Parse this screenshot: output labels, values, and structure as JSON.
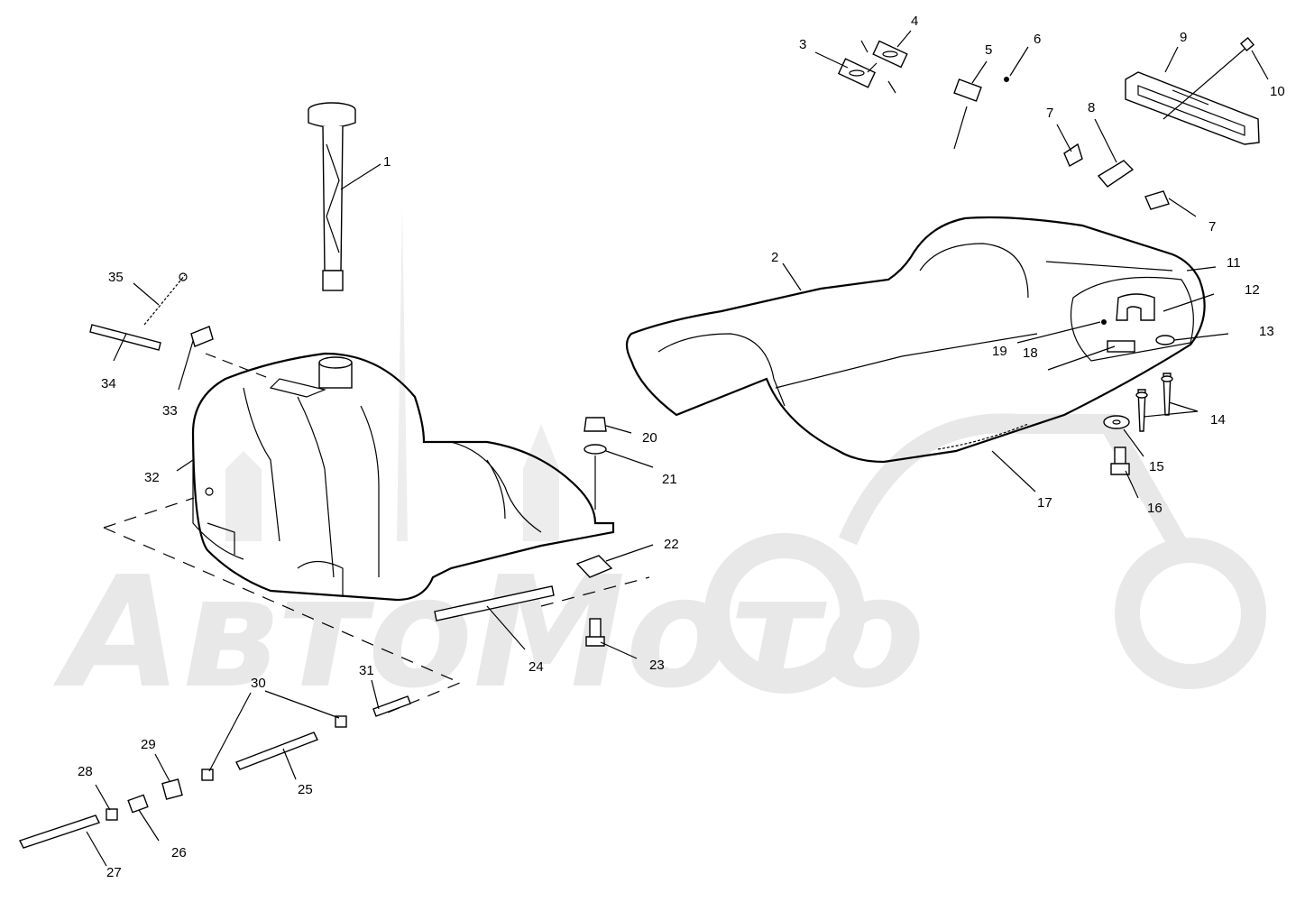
{
  "watermark": {
    "text": "АвтоМото"
  },
  "labels": [
    "1",
    "2",
    "3",
    "4",
    "5",
    "6",
    "7",
    "7",
    "8",
    "9",
    "10",
    "11",
    "12",
    "13",
    "14",
    "15",
    "16",
    "17",
    "18",
    "19",
    "20",
    "21",
    "22",
    "23",
    "24",
    "25",
    "26",
    "27",
    "28",
    "29",
    "30",
    "31",
    "32",
    "33",
    "34",
    "35"
  ]
}
